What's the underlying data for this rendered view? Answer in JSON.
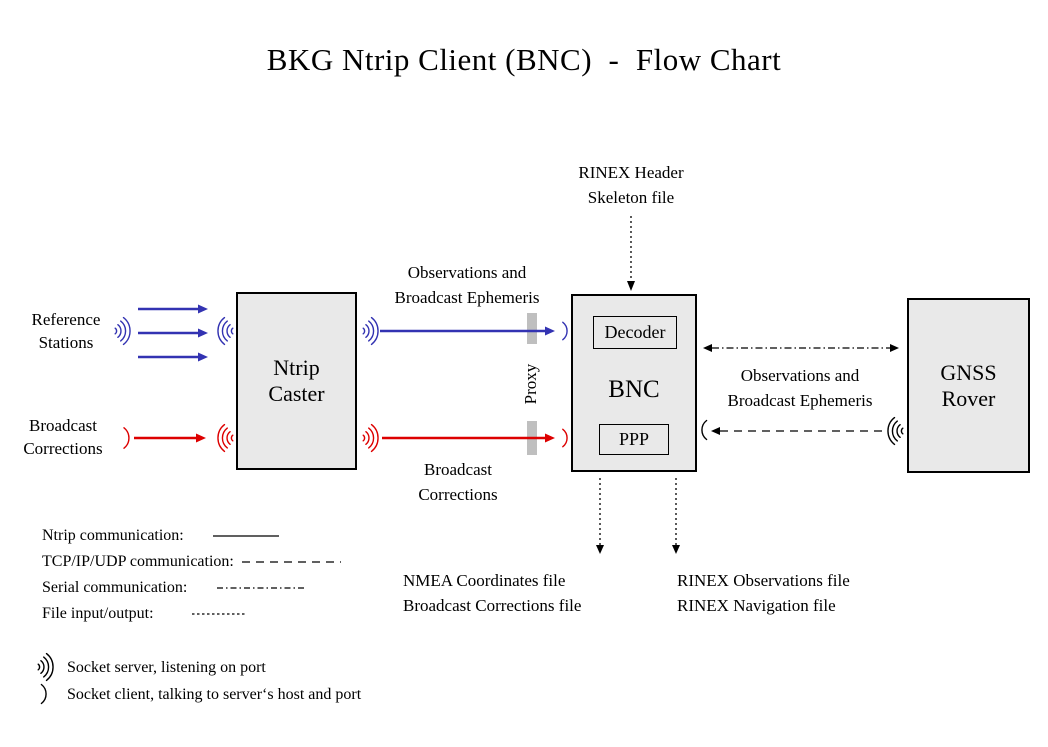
{
  "title": "BKG Ntrip Client (BNC)  -  Flow Chart",
  "colors": {
    "blue": "#3333b2",
    "red": "#dd0000",
    "black": "#000000",
    "box_fill": "#e9e9e9",
    "proxy_bar": "#bfbfbf"
  },
  "nodes": {
    "ntrip_caster": {
      "line1": "Ntrip",
      "line2": "Caster"
    },
    "bnc": {
      "label": "BNC",
      "decoder": "Decoder",
      "ppp": "PPP"
    },
    "gnss_rover": {
      "line1": "GNSS",
      "line2": "Rover"
    }
  },
  "labels": {
    "reference_stations": {
      "line1": "Reference",
      "line2": "Stations"
    },
    "broadcast_corrections_input": {
      "line1": "Broadcast",
      "line2": "Corrections"
    },
    "obs_ephemeris_caster_bnc": {
      "line1": "Observations and",
      "line2": "Broadcast Ephemeris"
    },
    "broadcast_corrections_caster_bnc": {
      "line1": "Broadcast",
      "line2": "Corrections"
    },
    "rinex_header_skeleton": {
      "line1": "RINEX Header",
      "line2": "Skeleton file"
    },
    "obs_ephemeris_bnc_rover": {
      "line1": "Observations and",
      "line2": "Broadcast Ephemeris"
    },
    "proxy": "Proxy",
    "output_left": {
      "line1": "NMEA Coordinates file",
      "line2": "Broadcast Corrections file"
    },
    "output_right": {
      "line1": "RINEX Observations file",
      "line2": "RINEX Navigation file"
    }
  },
  "legend": {
    "ntrip": "Ntrip communication:",
    "tcp": "TCP/IP/UDP communication:",
    "serial": "Serial communication:",
    "file": "File input/output:",
    "socket_server": "Socket server, listening on port",
    "socket_client": "Socket client, talking to server‘s host and port"
  }
}
